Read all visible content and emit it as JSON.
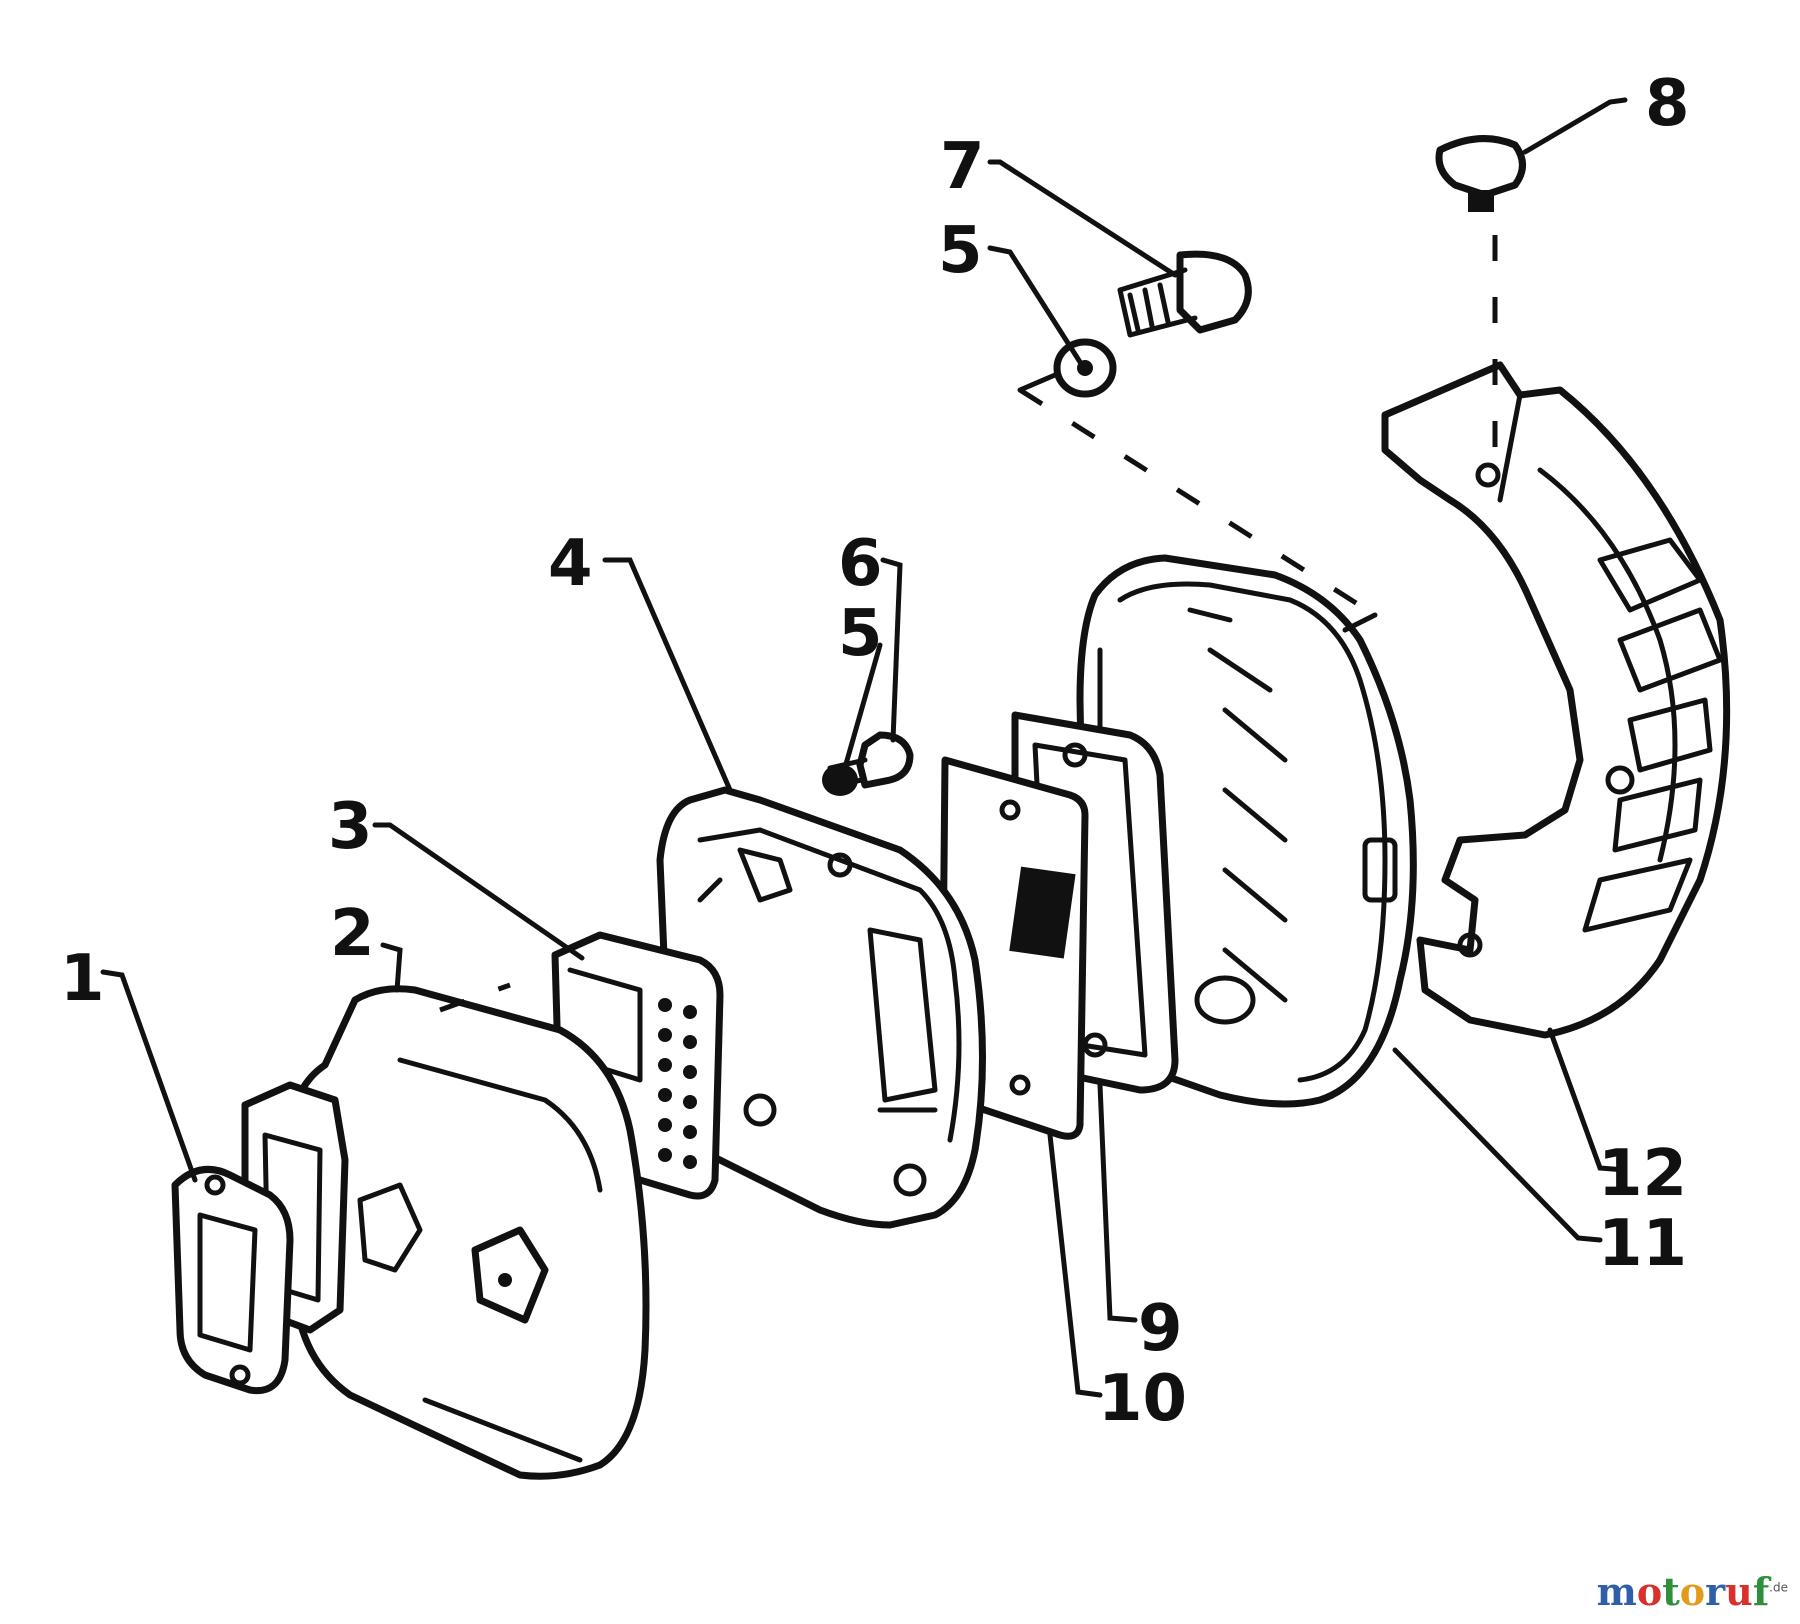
{
  "diagram": {
    "callouts": [
      "1",
      "2",
      "3",
      "4",
      "5",
      "6",
      "5",
      "7",
      "8",
      "9",
      "10",
      "11",
      "12"
    ]
  },
  "watermark": {
    "letters": [
      {
        "ch": "m",
        "color": "#2f5fa8"
      },
      {
        "ch": "o",
        "color": "#d9302b"
      },
      {
        "ch": "t",
        "color": "#2f8f3a"
      },
      {
        "ch": "o",
        "color": "#e39b1b"
      },
      {
        "ch": "r",
        "color": "#2f5fa8"
      },
      {
        "ch": "u",
        "color": "#d9302b"
      },
      {
        "ch": "f",
        "color": "#2f8f3a"
      }
    ],
    "suffix": ".de"
  }
}
